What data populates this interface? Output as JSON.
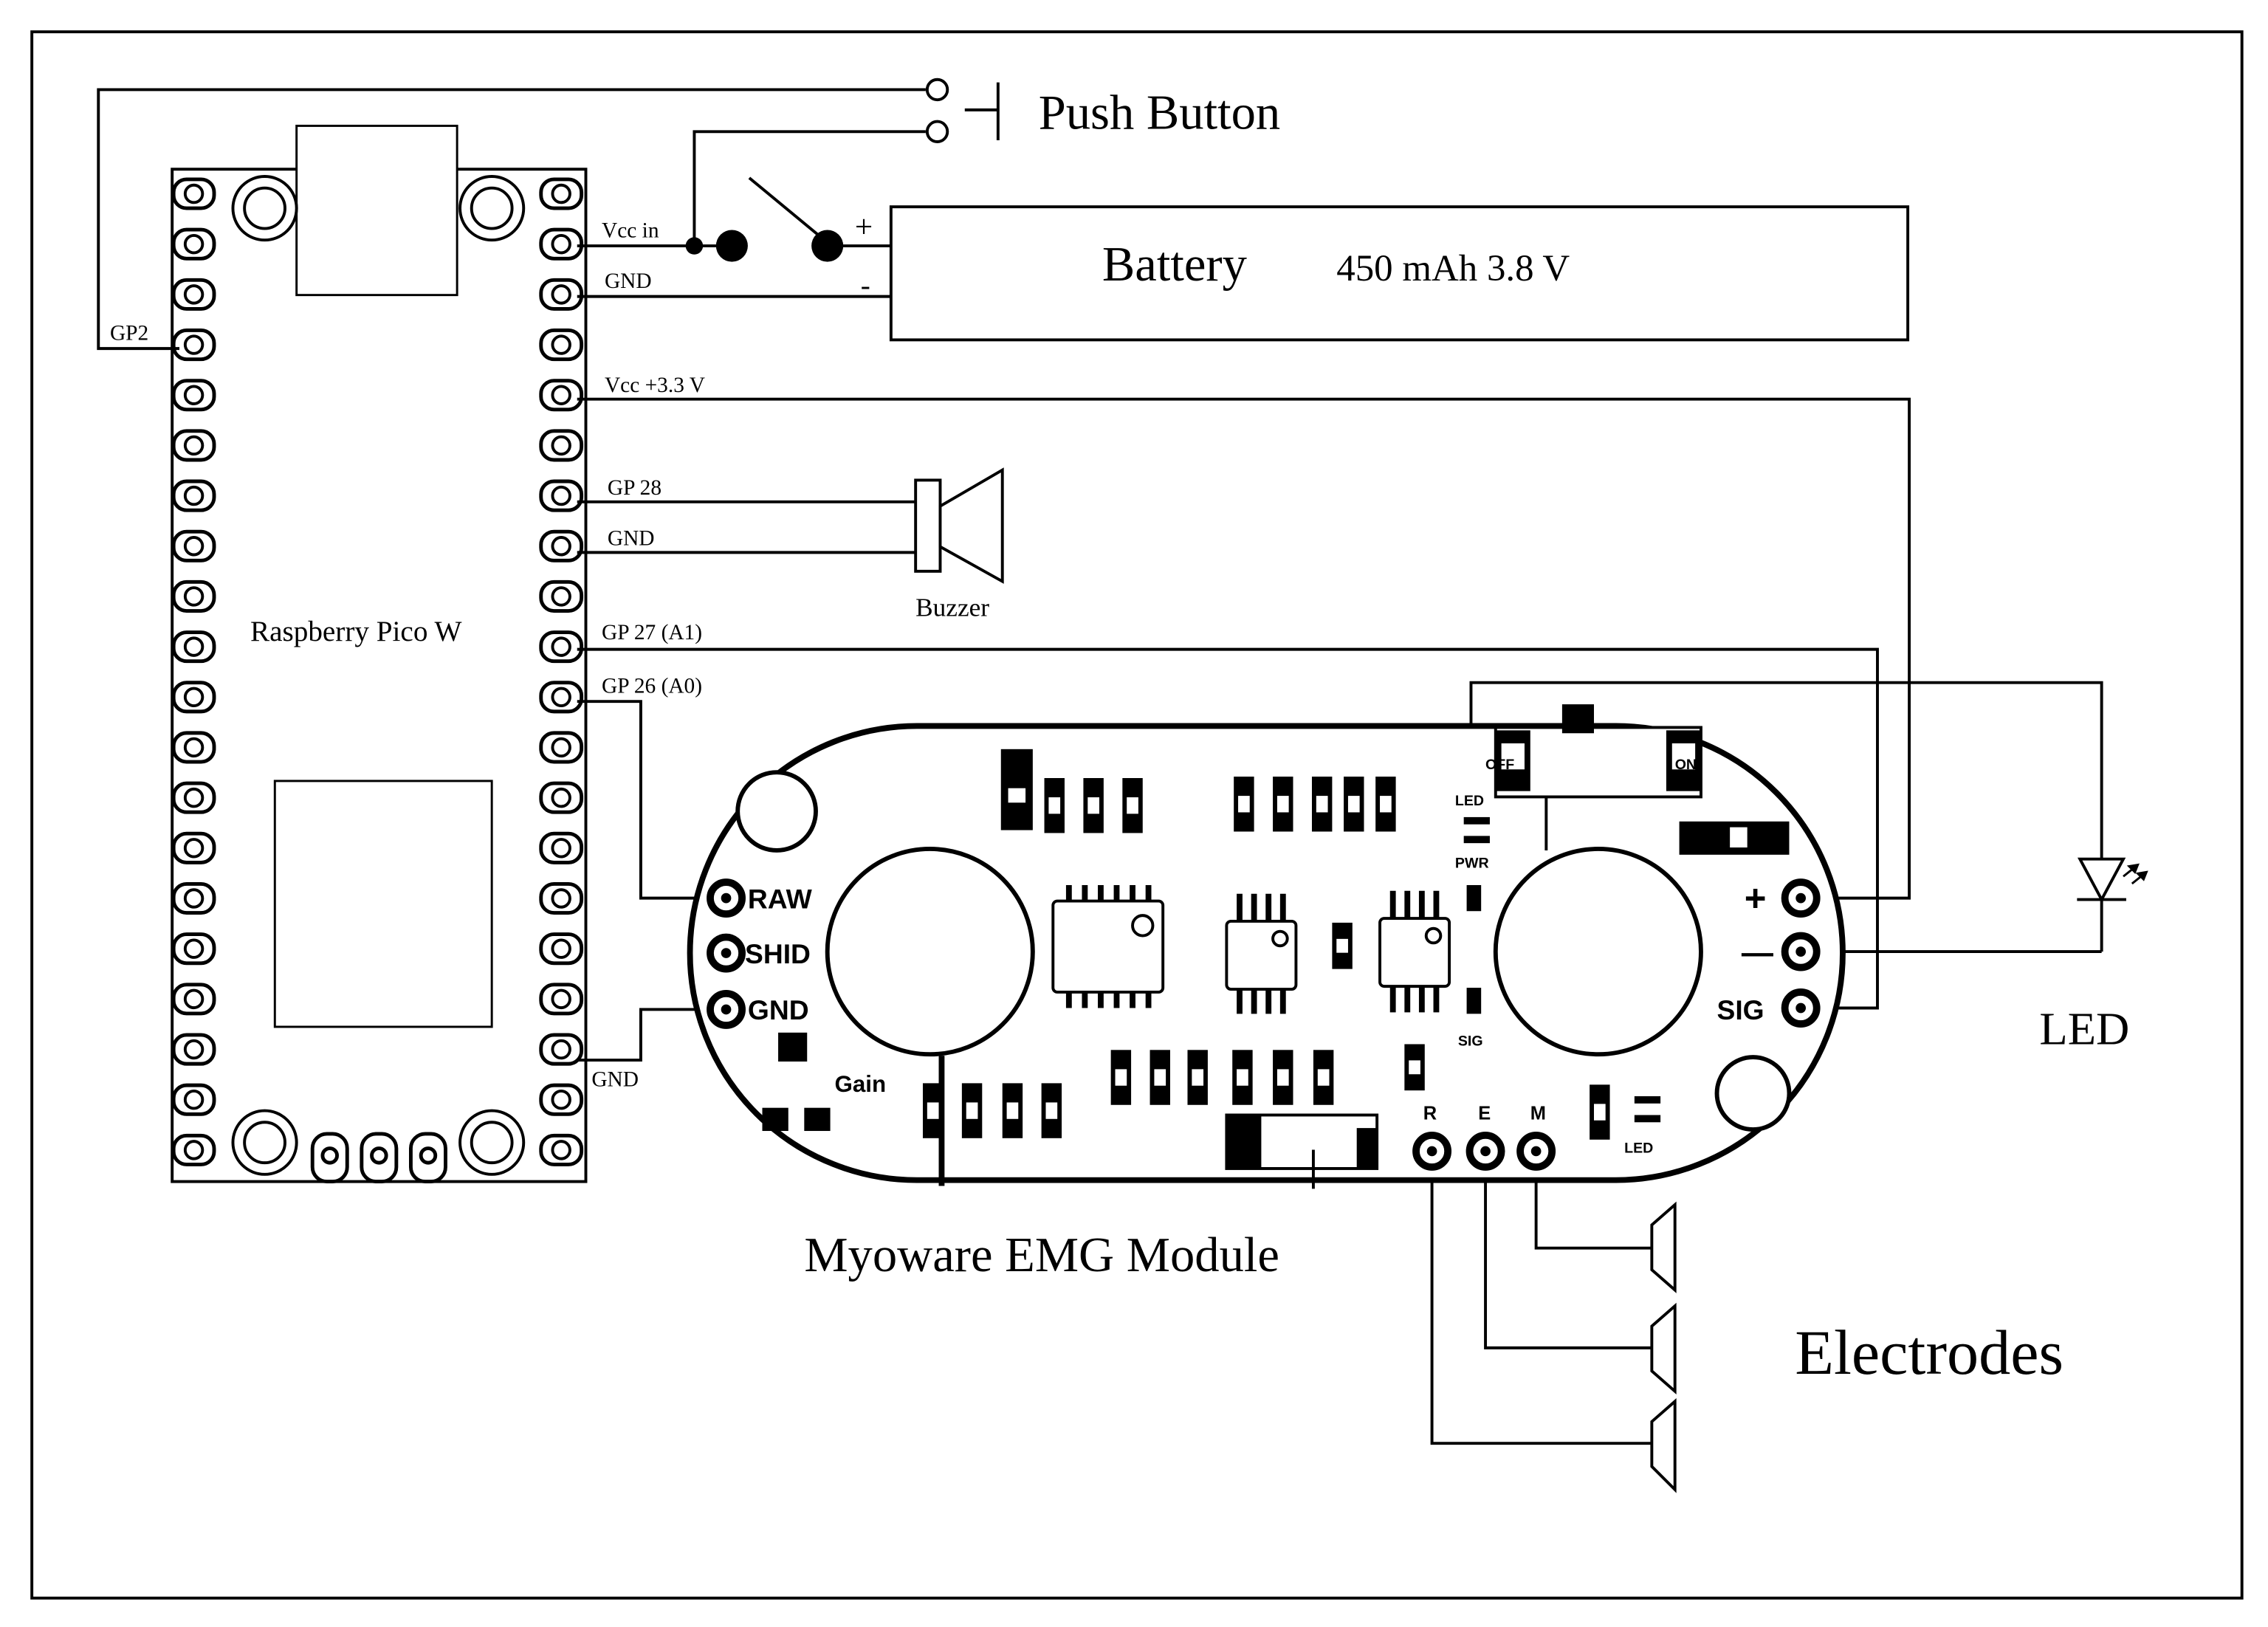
{
  "diagram": {
    "pico": {
      "title": "Raspberry Pico W",
      "pins": {
        "gp2": "GP2",
        "vcc_in": "Vcc in",
        "gnd1": "GND",
        "vcc33": "Vcc +3.3 V",
        "gp28": "GP 28",
        "gnd2": "GND",
        "gp27": "GP 27 (A1)",
        "gp26": "GP 26 (A0)",
        "gnd3": "GND"
      }
    },
    "push_button": {
      "label": "Push Button"
    },
    "battery": {
      "label": "Battery",
      "spec": "450 mAh 3.8 V",
      "plus": "+",
      "minus": "-"
    },
    "buzzer": {
      "label": "Buzzer"
    },
    "led": {
      "label": "LED"
    },
    "electrodes": {
      "label": "Electrodes"
    },
    "emg_module": {
      "label": "Myoware EMG Module",
      "pins": {
        "raw": "RAW",
        "shid": "SHID",
        "gnd": "GND",
        "plus": "+",
        "minus": "—",
        "sig": "SIG",
        "r": "R",
        "e": "E",
        "m": "M"
      },
      "silkscreen": {
        "gain": "Gain",
        "off": "OFF",
        "on": "ON",
        "led_top": "LED",
        "pwr": "PWR",
        "sig_small": "SIG",
        "led_bottom": "LED"
      }
    }
  }
}
